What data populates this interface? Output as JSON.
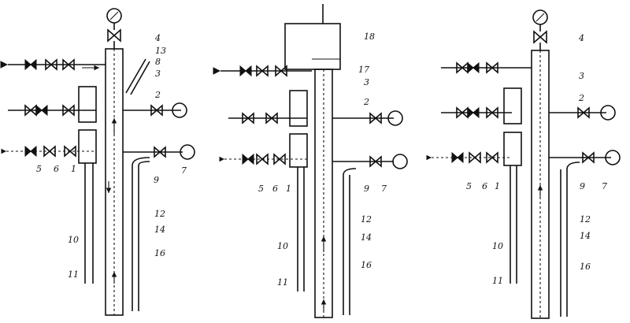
{
  "diagrams": [
    {
      "id": "left",
      "labels": [
        "4",
        "13",
        "8",
        "3",
        "2",
        "7",
        "9",
        "5",
        "6",
        "1",
        "12",
        "14",
        "10",
        "16",
        "11"
      ]
    },
    {
      "id": "middle",
      "labels": [
        "18",
        "17",
        "3",
        "2",
        "7",
        "9",
        "5",
        "6",
        "1",
        "12",
        "14",
        "10",
        "16",
        "11"
      ]
    },
    {
      "id": "right",
      "labels": [
        "4",
        "3",
        "2",
        "7",
        "9",
        "5",
        "6",
        "1",
        "12",
        "14",
        "10",
        "16",
        "11"
      ]
    }
  ]
}
